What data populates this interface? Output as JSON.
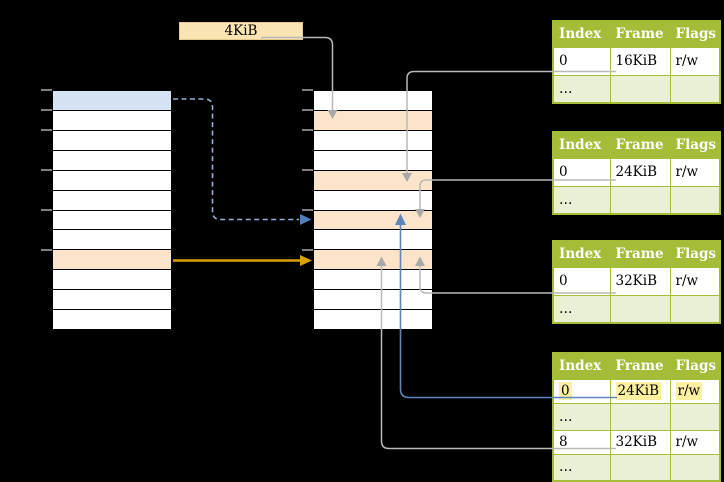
{
  "page_size_label": {
    "text": "4KiB"
  },
  "memory_columns": {
    "left_virtual": {
      "rows": [
        "blue",
        "white",
        "white",
        "white",
        "white",
        "white",
        "white",
        "white",
        "orange",
        "white",
        "white",
        "white"
      ]
    },
    "middle_physical": {
      "rows": [
        "white",
        "orange",
        "white",
        "white",
        "orange",
        "white",
        "orange",
        "white",
        "orange",
        "white",
        "white",
        "white"
      ]
    },
    "tick_row_boundaries": [
      0,
      1,
      2,
      4,
      6,
      8
    ]
  },
  "page_tables": [
    {
      "columns": [
        "Index",
        "Frame",
        "Flags"
      ],
      "rows": [
        {
          "cells": [
            "0",
            "16KiB",
            "r/w"
          ],
          "shade": "white",
          "highlight": false
        },
        {
          "cells": [
            "…",
            "",
            ""
          ],
          "shade": "green",
          "highlight": false
        }
      ]
    },
    {
      "columns": [
        "Index",
        "Frame",
        "Flags"
      ],
      "rows": [
        {
          "cells": [
            "0",
            "24KiB",
            "r/w"
          ],
          "shade": "white",
          "highlight": false
        },
        {
          "cells": [
            "…",
            "",
            ""
          ],
          "shade": "green",
          "highlight": false
        }
      ]
    },
    {
      "columns": [
        "Index",
        "Frame",
        "Flags"
      ],
      "rows": [
        {
          "cells": [
            "0",
            "32KiB",
            "r/w"
          ],
          "shade": "white",
          "highlight": false
        },
        {
          "cells": [
            "…",
            "",
            ""
          ],
          "shade": "green",
          "highlight": false
        }
      ]
    },
    {
      "columns": [
        "Index",
        "Frame",
        "Flags"
      ],
      "rows": [
        {
          "cells": [
            "0",
            "24KiB",
            "r/w"
          ],
          "shade": "white",
          "highlight": true
        },
        {
          "cells": [
            "…",
            "",
            ""
          ],
          "shade": "green",
          "highlight": false
        },
        {
          "cells": [
            "8",
            "32KiB",
            "r/w"
          ],
          "shade": "white",
          "highlight": false
        },
        {
          "cells": [
            "…",
            "",
            ""
          ],
          "shade": "green",
          "highlight": false
        }
      ]
    }
  ],
  "colors": {
    "background": "#000000",
    "virtual_page_highlight_blue": "#d6e3f4",
    "frame_highlight_orange": "#fce4cb",
    "size_label_bg": "#fbe4b3",
    "table_header_green": "#a3bd38",
    "table_alt_row_green": "#eaf0d6",
    "entry_highlight_yellow": "#fdf0a0",
    "connector_gray": "#b9b9b9",
    "connector_blue": "#5d86ba",
    "dashed_arrow_blue": "#93b1d7",
    "dashed_arrowhead_blue": "#4d7ebf",
    "mapping_arrow_orange": "#dda103"
  }
}
